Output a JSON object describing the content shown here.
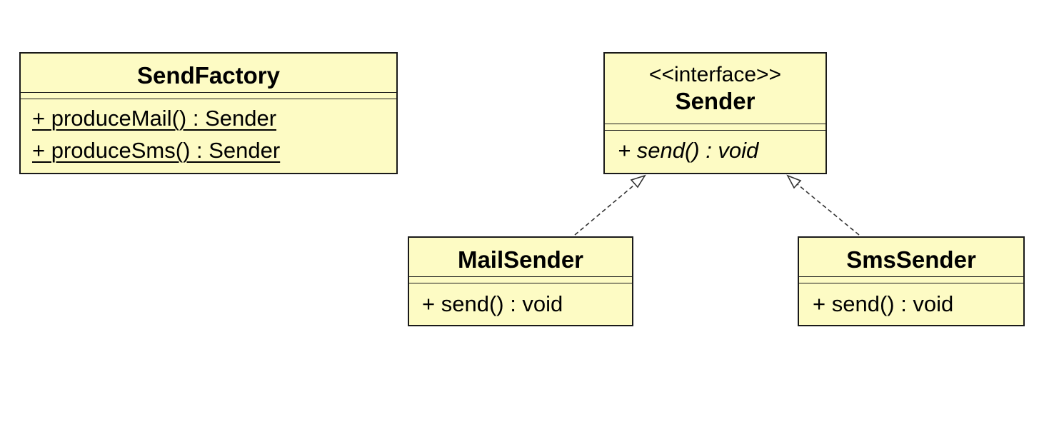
{
  "classes": {
    "send_factory": {
      "name": "SendFactory",
      "operations": [
        "+ produceMail() : Sender",
        "+ produceSms() : Sender"
      ]
    },
    "sender": {
      "stereotype": "<<interface>>",
      "name": "Sender",
      "operations": [
        "+ send() : void"
      ]
    },
    "mail_sender": {
      "name": "MailSender",
      "operations": [
        "+ send() : void"
      ]
    },
    "sms_sender": {
      "name": "SmsSender",
      "operations": [
        "+ send() : void"
      ]
    }
  },
  "colors": {
    "class_fill": "#fdfbc4",
    "border": "#1a1a1a",
    "connector": "#333333"
  }
}
